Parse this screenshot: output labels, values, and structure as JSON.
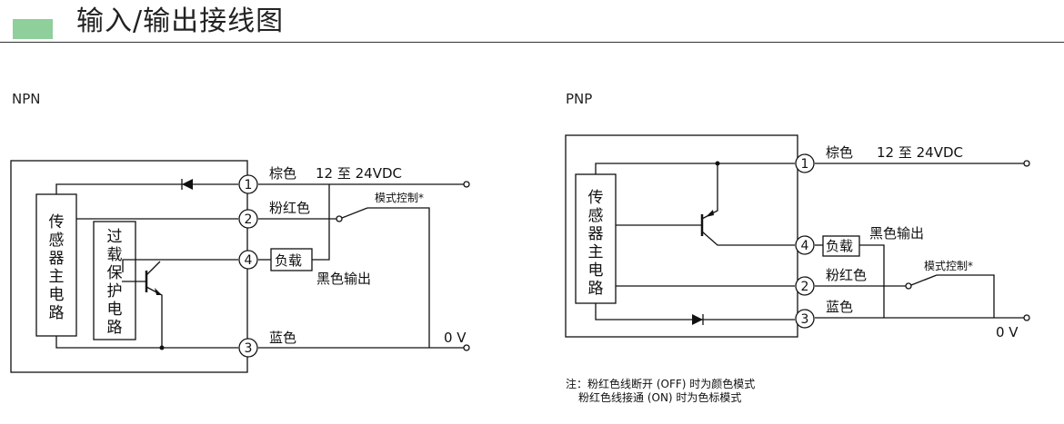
{
  "title": "输入/输出接线图",
  "npn": {
    "label": "NPN",
    "sensor_circuit": [
      "传",
      "感",
      "器",
      "主",
      "电",
      "路"
    ],
    "protect_circuit": [
      "过",
      "载",
      "保",
      "护",
      "电",
      "路"
    ],
    "pins": [
      "1",
      "2",
      "4",
      "3"
    ],
    "wire_brown": "棕色",
    "wire_pink": "粉红色",
    "wire_blue": "蓝色",
    "supply": "12 至 24VDC",
    "mode_control": "模式控制*",
    "load": "负载",
    "black_output": "黑色输出",
    "zero_v": "0 V"
  },
  "pnp": {
    "label": "PNP",
    "sensor_circuit": [
      "传",
      "感",
      "器",
      "主",
      "电",
      "路"
    ],
    "pins": [
      "1",
      "4",
      "2",
      "3"
    ],
    "wire_brown": "棕色",
    "wire_pink": "粉红色",
    "wire_blue": "蓝色",
    "supply": "12 至 24VDC",
    "mode_control": "模式控制*",
    "load": "负载",
    "black_output": "黑色输出",
    "zero_v": "0 V"
  },
  "note": {
    "line1": "注：粉红色线断开 (OFF) 时为颜色模式",
    "line2": "粉红色线接通 (ON) 时为色标模式"
  },
  "colors": {
    "accent": "#8fcf9c",
    "line": "#111111"
  }
}
